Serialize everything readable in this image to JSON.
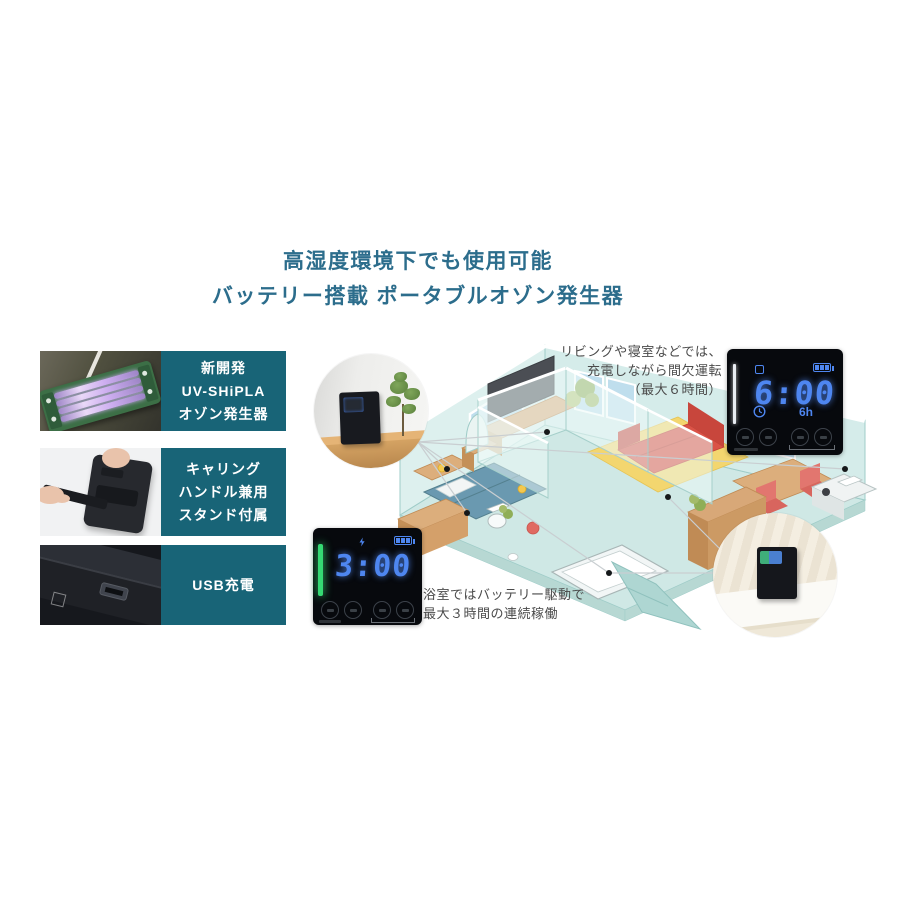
{
  "title": {
    "line1": "高湿度環境下でも使用可能",
    "line2": "バッテリー搭載 ポータブルオゾン発生器",
    "color": "#2c6d8c"
  },
  "features": [
    {
      "id": "uv-module",
      "label": "新開発\nUV-SHiPLA\nオゾン発生器",
      "image": "uv-shipla-glowing-tubes-photo"
    },
    {
      "id": "handle-stand",
      "label": "キャリング\nハンドル兼用\nスタンド付属",
      "image": "hand-pulling-handle-photo"
    },
    {
      "id": "usb-charge",
      "label": "USB充電",
      "image": "usb-port-closeup-photo"
    }
  ],
  "label_box_color": "#186477",
  "callouts": {
    "living": "リビングや寝室などでは、\n充電しながら間欠運転\n（最大６時間）",
    "bath": "浴室ではバッテリー駆動で\n最大３時間の連続稼働"
  },
  "displays": {
    "charging": {
      "time": "6:00",
      "mode_label": "6h"
    },
    "battery": {
      "time": "3:00"
    }
  },
  "display_colors": {
    "digit_blue": "#4e86f0",
    "battery_green": "#35d973",
    "panel_bg": "#07090d"
  }
}
